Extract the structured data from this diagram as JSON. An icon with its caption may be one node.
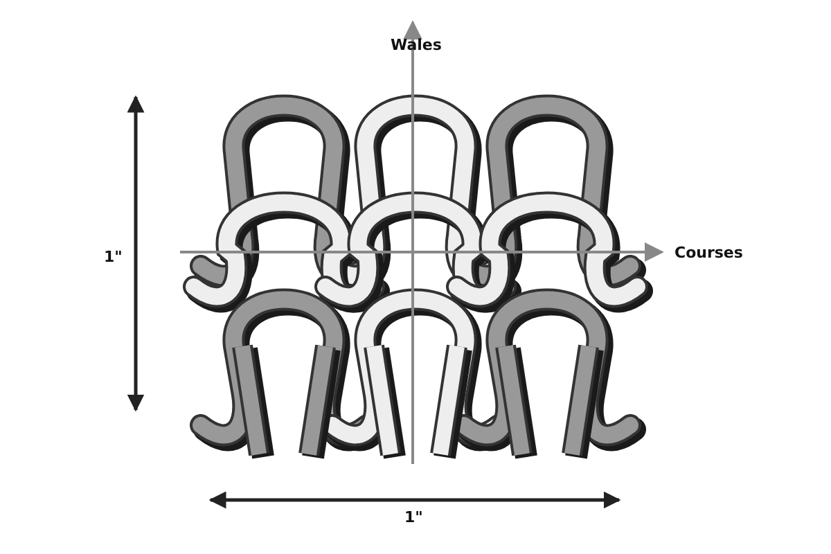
{
  "diagram": {
    "labels": [
      "Wales",
      "Courses",
      "1\"",
      "1\""
    ]
  }
}
